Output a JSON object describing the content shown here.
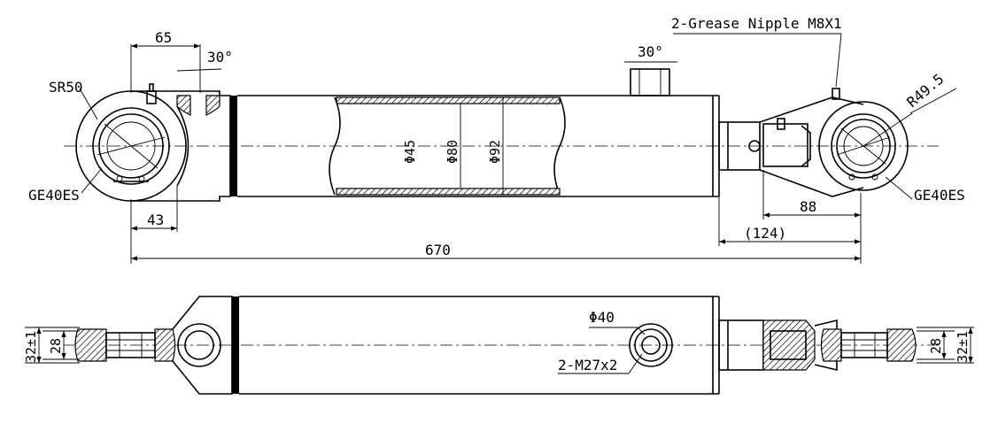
{
  "labels": {
    "grease_nipple": "2-Grease Nipple M8X1",
    "sr50": "SR50",
    "dim_65": "65",
    "angle_left": "30°",
    "angle_port": "30°",
    "r495": "R49.5",
    "ge40es_left": "GE40ES",
    "ge40es_right": "GE40ES",
    "d45": "Φ45",
    "d80": "Φ80",
    "d92": "Φ92",
    "dim_43": "43",
    "dim_88": "88",
    "dim_124": "(124)",
    "dim_670": "670",
    "d40": "Φ40",
    "port_thread": "2-M27x2",
    "dim_32_left": "32±1",
    "dim_28_left": "28",
    "dim_28_right": "28",
    "dim_32_right": "32±1"
  }
}
